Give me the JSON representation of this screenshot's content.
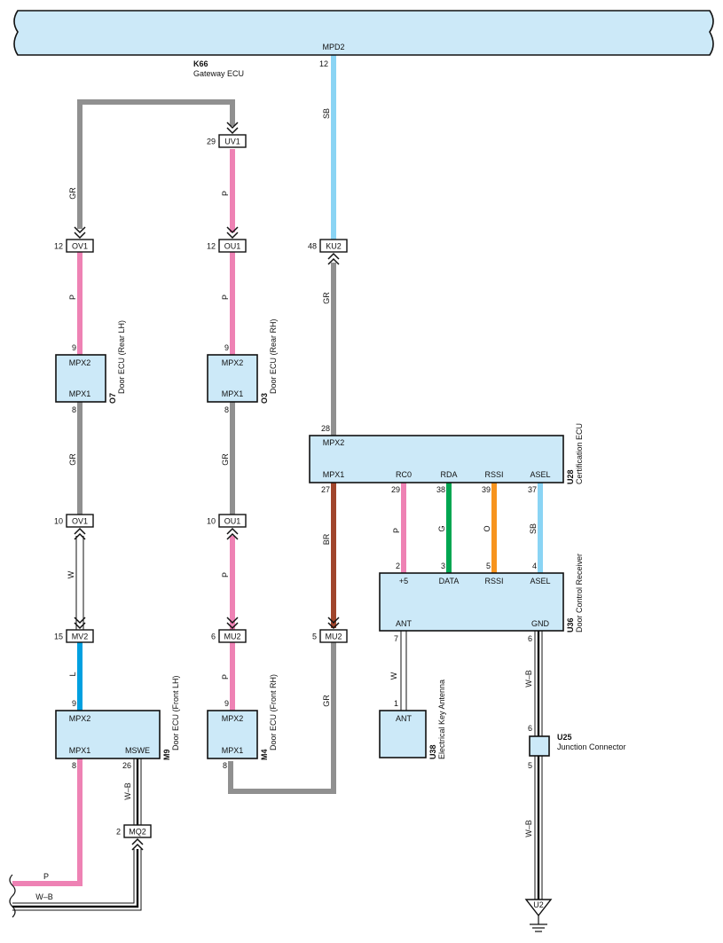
{
  "colors": {
    "GR": "#909090",
    "P": "#ee82b4",
    "SB": "#8ad4f4",
    "BR": "#a0452c",
    "G": "#00a651",
    "O": "#f7941d",
    "L": "#00a0e0",
    "W": "#ffffff",
    "W-B": "#ffffff",
    "box_fill": "#cce9f8"
  },
  "bus": {
    "pin_label": "MPD2",
    "pin": "12"
  },
  "gateway": {
    "code": "K66",
    "name": "Gateway ECU"
  },
  "wires": {
    "sb_top": "SB",
    "gr_loop": "GR",
    "p_uv1_ou1": "P",
    "p_ov1_o7": "P",
    "p_ou1_o3": "P",
    "gr_ku2_u28": "GR",
    "gr_o7_ov1": "GR",
    "gr_o3_ou1": "GR",
    "w_ov1_mv2": "W",
    "p_ou1_mu2": "P",
    "br_u28_mu2": "BR",
    "gr_mu2_m4": "GR",
    "l_mv2_m9": "L",
    "p_mu2_m4": "P",
    "p_rc0": "P",
    "g_rda": "G",
    "o_rssi": "O",
    "sb_asel": "SB",
    "w_ant": "W",
    "wb_gnd": "W–B",
    "wb_u25": "W–B",
    "wb_msw": "W–B",
    "p_bottom": "P",
    "wb_bottom": "W–B"
  },
  "connectors": {
    "UV1": {
      "name": "UV1",
      "pin": "29"
    },
    "OV1_top": {
      "name": "OV1",
      "pin": "12"
    },
    "OU1_top": {
      "name": "OU1",
      "pin": "12"
    },
    "KU2": {
      "name": "KU2",
      "pin": "48"
    },
    "OV1_bot": {
      "name": "OV1",
      "pin": "10"
    },
    "OU1_bot": {
      "name": "OU1",
      "pin": "10"
    },
    "MV2": {
      "name": "MV2",
      "pin": "15"
    },
    "MU2_left": {
      "name": "MU2",
      "pin": "6"
    },
    "MU2_right": {
      "name": "MU2",
      "pin": "5"
    },
    "MQ2": {
      "name": "MQ2",
      "pin": "2"
    }
  },
  "o7": {
    "code": "O7",
    "name": "Door ECU (Rear LH)",
    "top_label": "MPX2",
    "bottom_label": "MPX1",
    "top_pin": "9",
    "bottom_pin": "8"
  },
  "o3": {
    "code": "O3",
    "name": "Door ECU (Rear RH)",
    "top_label": "MPX2",
    "bottom_label": "MPX1",
    "top_pin": "9",
    "bottom_pin": "8"
  },
  "u28": {
    "code": "U28",
    "name": "Certification ECU",
    "top_label": "MPX2",
    "top_pin": "28",
    "pins": [
      {
        "label": "MPX1",
        "pin": "27"
      },
      {
        "label": "RC0",
        "pin": "29"
      },
      {
        "label": "RDA",
        "pin": "38"
      },
      {
        "label": "RSSI",
        "pin": "39"
      },
      {
        "label": "ASEL",
        "pin": "37"
      }
    ]
  },
  "u36": {
    "code": "U36",
    "name": "Door Control Receiver",
    "top_pins": [
      {
        "label": "+5",
        "pin": "2"
      },
      {
        "label": "DATA",
        "pin": "3"
      },
      {
        "label": "RSSI",
        "pin": "5"
      },
      {
        "label": "ASEL",
        "pin": "4"
      }
    ],
    "ant_label": "ANT",
    "ant_pin": "7",
    "gnd_label": "GND",
    "gnd_pin": "6"
  },
  "u38": {
    "code": "U38",
    "name": "Electrical Key Antenna",
    "label": "ANT",
    "pin": "1"
  },
  "m9": {
    "code": "M9",
    "name": "Door ECU (Front LH)",
    "top_label": "MPX2",
    "top_pin": "9",
    "mpx1_label": "MPX1",
    "mpx1_pin": "8",
    "mswe_label": "MSWE",
    "mswe_pin": "26"
  },
  "m4": {
    "code": "M4",
    "name": "Door ECU (Front RH)",
    "top_label": "MPX2",
    "top_pin": "9",
    "bottom_label": "MPX1",
    "bottom_pin": "8"
  },
  "u25": {
    "code": "U25",
    "name": "Junction Connector",
    "top_pin": "6",
    "bottom_pin": "5"
  },
  "ground": {
    "label": "U2"
  }
}
